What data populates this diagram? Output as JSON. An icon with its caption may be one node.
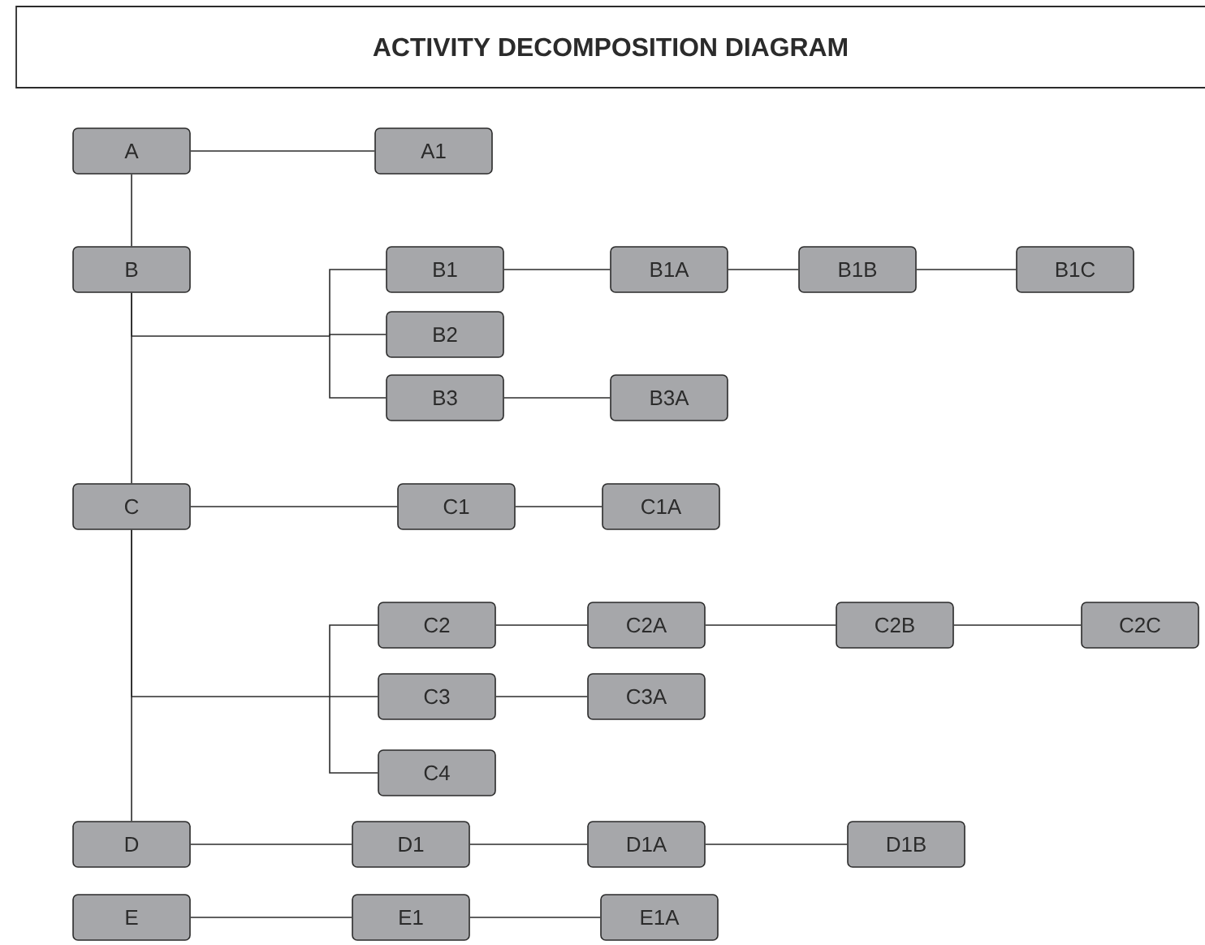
{
  "diagram": {
    "title": "ACTIVITY DECOMPOSITION DIAGRAM",
    "nodes": [
      {
        "text": [
          "A"
        ]
      },
      {
        "text": [
          "A1"
        ]
      },
      {
        "text": [
          "B"
        ]
      },
      {
        "text": [
          "B1"
        ]
      },
      {
        "text": [
          "B1A"
        ]
      },
      {
        "text": [
          "B1B"
        ]
      },
      {
        "text": [
          "B1C"
        ]
      },
      {
        "text": [
          "B2"
        ]
      },
      {
        "text": [
          "B3"
        ]
      },
      {
        "text": [
          "B3A"
        ]
      },
      {
        "text": [
          "C"
        ]
      },
      {
        "text": [
          "C1"
        ]
      },
      {
        "text": [
          "C1A"
        ]
      },
      {
        "text": [
          "C2"
        ]
      },
      {
        "text": [
          "C2A"
        ]
      },
      {
        "text": [
          "C2B"
        ]
      },
      {
        "text": [
          "C2C"
        ]
      },
      {
        "text": [
          "C3"
        ]
      },
      {
        "text": [
          "C3A"
        ]
      },
      {
        "text": [
          "C4"
        ]
      },
      {
        "text": [
          "D"
        ]
      },
      {
        "text": [
          "D1"
        ]
      },
      {
        "text": [
          "D1A"
        ]
      },
      {
        "text": [
          "D1B"
        ]
      },
      {
        "text": [
          "E"
        ]
      },
      {
        "text": [
          "E1"
        ]
      },
      {
        "text": [
          "E1A"
        ]
      }
    ],
    "edges": [
      {
        "from": 0,
        "to": 1,
        "arrow": "none"
      },
      {
        "from": 0,
        "to": 2,
        "arrow": "none"
      },
      {
        "from": 2,
        "to": 10,
        "arrow": "none"
      },
      {
        "from": 10,
        "to": 20,
        "arrow": "none"
      },
      {
        "from": 2,
        "to": 3,
        "arrow": "none"
      },
      {
        "from": 2,
        "to": 7,
        "arrow": "none"
      },
      {
        "from": 2,
        "to": 8,
        "arrow": "none"
      },
      {
        "from": 3,
        "to": 4,
        "arrow": "none"
      },
      {
        "from": 4,
        "to": 5,
        "arrow": "none"
      },
      {
        "from": 5,
        "to": 6,
        "arrow": "none"
      },
      {
        "from": 8,
        "to": 9,
        "arrow": "none"
      },
      {
        "from": 10,
        "to": 11,
        "arrow": "none"
      },
      {
        "from": 11,
        "to": 12,
        "arrow": "none"
      },
      {
        "from": 10,
        "to": 13,
        "arrow": "none"
      },
      {
        "from": 10,
        "to": 17,
        "arrow": "none"
      },
      {
        "from": 10,
        "to": 19,
        "arrow": "none"
      },
      {
        "from": 13,
        "to": 14,
        "arrow": "none"
      },
      {
        "from": 14,
        "to": 15,
        "arrow": "none"
      },
      {
        "from": 15,
        "to": 16,
        "arrow": "none"
      },
      {
        "from": 17,
        "to": 18,
        "arrow": "none"
      },
      {
        "from": 20,
        "to": 21,
        "arrow": "none"
      },
      {
        "from": 21,
        "to": 22,
        "arrow": "none"
      },
      {
        "from": 22,
        "to": 23,
        "arrow": "none"
      },
      {
        "from": 24,
        "to": 25,
        "arrow": "none"
      },
      {
        "from": 25,
        "to": 26,
        "arrow": "none"
      }
    ]
  }
}
